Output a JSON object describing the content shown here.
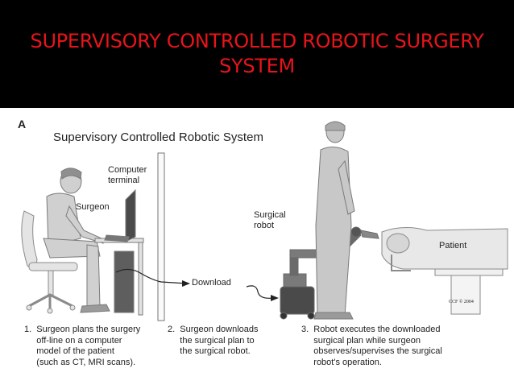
{
  "slide": {
    "title": "SUPERVISORY CONTROLLED ROBOTIC SURGERY SYSTEM"
  },
  "figure": {
    "panel_letter": "A",
    "heading": "Supervisory Controlled Robotic System",
    "labels": {
      "computer_terminal": "Computer\nterminal",
      "surgeon": "Surgeon",
      "surgical_robot": "Surgical\nrobot",
      "download": "Download",
      "patient": "Patient",
      "credit": "CCF © 2004"
    },
    "captions": [
      "1.  Surgeon plans the surgery\n     off-line on a computer\n     model of the patient\n     (such as CT, MRI scans).",
      "2.  Surgeon downloads\n     the surgical plan to\n     the surgical robot.",
      "3.  Robot executes the downloaded\n     surgical plan while surgeon\n     observes/supervises the surgical\n     robot's operation."
    ]
  }
}
